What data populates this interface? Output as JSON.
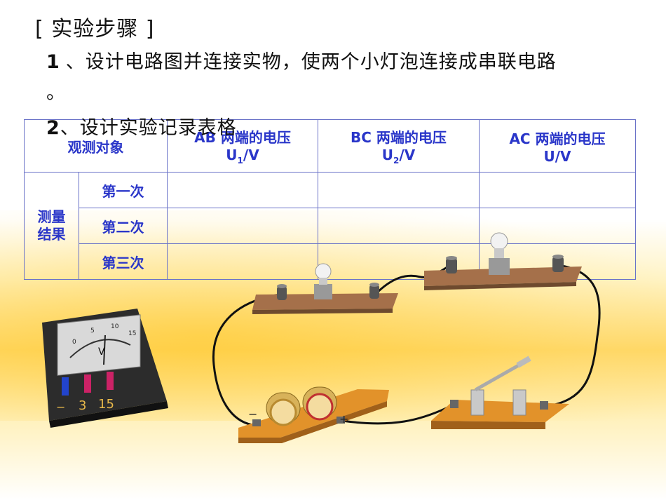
{
  "heading": "[ 实验步骤 ]",
  "step1": {
    "num": "1",
    "text": "、设计电路图并连接实物，使两个小灯泡连接成串联电路",
    "continuation": "。"
  },
  "step2": {
    "num": "2",
    "text": "、设计实验记录表格"
  },
  "table": {
    "corner": "观测对象",
    "col_ab": {
      "line1": "AB 两端的电压",
      "u": "U",
      "sub": "1",
      "unit": "/V"
    },
    "col_bc": {
      "line1": "BC 两端的电压",
      "u": "U",
      "sub": "2",
      "unit": "/V"
    },
    "col_ac": {
      "line1": "AC 两端的电压",
      "u": "U/V"
    },
    "group": "测量\n结果",
    "rows": [
      "第一次",
      "第二次",
      "第三次"
    ]
  },
  "voltmeter": {
    "terminals": [
      "−",
      "3",
      "15"
    ],
    "dial_symbol": "V",
    "scale": [
      "0",
      "5",
      "10",
      "15"
    ]
  },
  "battery_signs": {
    "neg": "−",
    "pos": "+"
  },
  "colors": {
    "table_text": "#2a36c9",
    "table_border": "#6a72c8",
    "wood": "#a5704a",
    "board": "#e2922a"
  }
}
